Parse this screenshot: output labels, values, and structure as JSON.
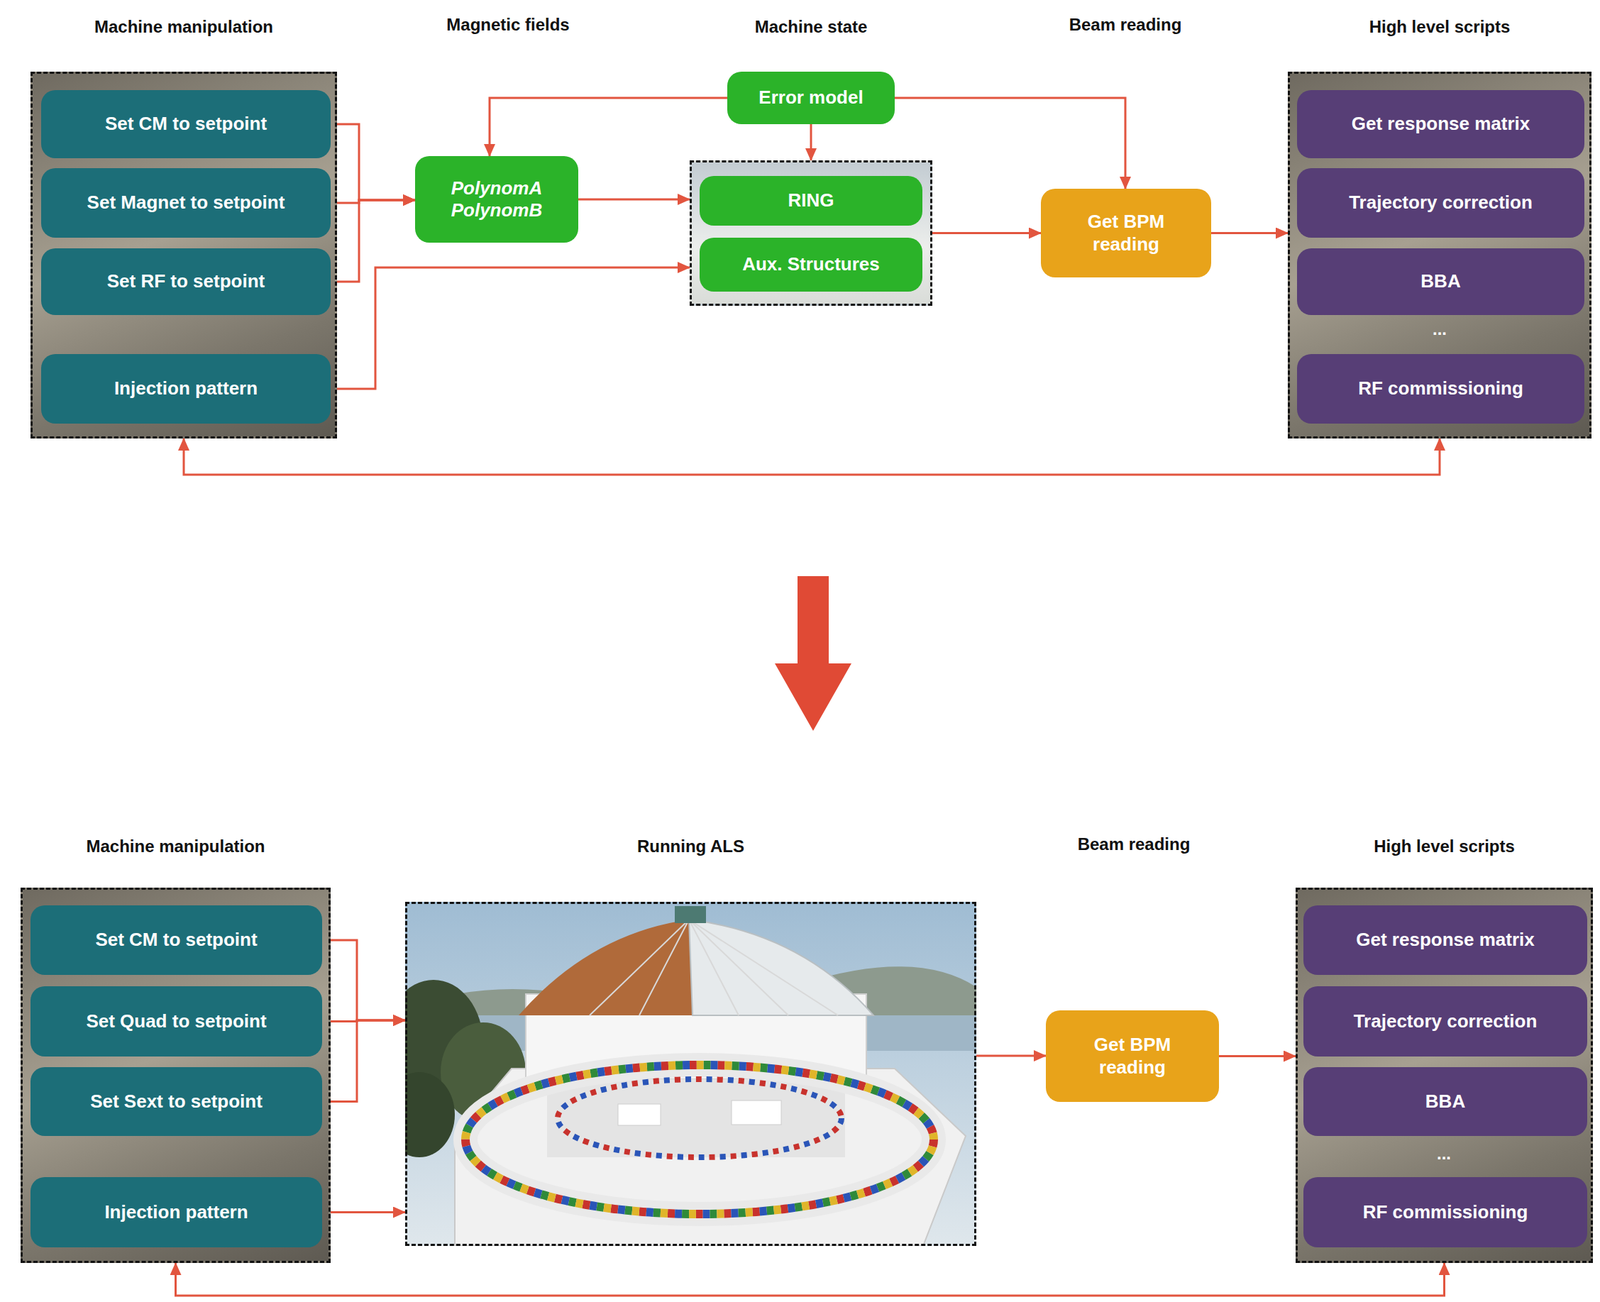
{
  "diagram": {
    "nodes": [
      {
        "text": [
          "Machine manipulation"
        ]
      },
      {
        "text": [
          "Set CM to setpoint"
        ],
        "in": 0
      },
      {
        "text": [
          "Set Magnet to setpoint"
        ],
        "in": 0
      },
      {
        "text": [
          "Set RF to setpoint"
        ],
        "in": 0
      },
      {
        "text": [
          "Injection pattern"
        ],
        "in": 0
      },
      {
        "text": [
          "Error model"
        ]
      },
      {
        "text": [
          "PolynomA PolynomB"
        ]
      },
      {
        "text": [
          "Machine state"
        ]
      },
      {
        "text": [
          "RING"
        ],
        "in": 7
      },
      {
        "text": [
          "Aux. Structures"
        ],
        "in": 7
      },
      {
        "text": [
          "Get BPM reading"
        ]
      },
      {
        "text": [
          "High level scripts"
        ]
      },
      {
        "text": [
          "Get response matrix"
        ],
        "in": 11
      },
      {
        "text": [
          "Trajectory correction"
        ],
        "in": 11
      },
      {
        "text": [
          "BBA"
        ],
        "in": 11
      },
      {
        "text": [
          "RF commissioning"
        ],
        "in": 11
      },
      {
        "text": [
          "Machine manipulation"
        ]
      },
      {
        "text": [
          "Set CM to setpoint"
        ],
        "in": 16
      },
      {
        "text": [
          "Set Quad to setpoint"
        ],
        "in": 16
      },
      {
        "text": [
          "Set Sext to setpoint"
        ],
        "in": 16
      },
      {
        "text": [
          "Injection pattern"
        ],
        "in": 16
      },
      {
        "text": [
          "Running ALS"
        ]
      },
      {
        "text": [
          "Get BPM reading"
        ]
      },
      {
        "text": [
          "High level scripts"
        ]
      },
      {
        "text": [
          "Get response matrix"
        ],
        "in": 23
      },
      {
        "text": [
          "Trajectory correction"
        ],
        "in": 23
      },
      {
        "text": [
          "BBA"
        ],
        "in": 23
      },
      {
        "text": [
          "RF commissioning"
        ],
        "in": 23
      }
    ],
    "edges": [
      {
        "from": 1,
        "to": 6,
        "arrow": "to"
      },
      {
        "from": 2,
        "to": 6,
        "arrow": "to"
      },
      {
        "from": 3,
        "to": 6,
        "arrow": "to"
      },
      {
        "from": 4,
        "to": 7,
        "arrow": "to"
      },
      {
        "from": 5,
        "to": 6,
        "arrow": "to"
      },
      {
        "from": 5,
        "to": 7,
        "arrow": "to"
      },
      {
        "from": 5,
        "to": 10,
        "arrow": "to"
      },
      {
        "from": 6,
        "to": 7,
        "arrow": "to"
      },
      {
        "from": 7,
        "to": 10,
        "arrow": "to"
      },
      {
        "from": 10,
        "to": 11,
        "arrow": "to"
      },
      {
        "from": 0,
        "to": 11,
        "arrow": "both"
      },
      {
        "from": 17,
        "to": 21,
        "arrow": "to"
      },
      {
        "from": 18,
        "to": 21,
        "arrow": "to"
      },
      {
        "from": 19,
        "to": 21,
        "arrow": "to"
      },
      {
        "from": 20,
        "to": 21,
        "arrow": "to"
      },
      {
        "from": 21,
        "to": 22,
        "arrow": "to"
      },
      {
        "from": 22,
        "to": 23,
        "arrow": "to"
      },
      {
        "from": 16,
        "to": 23,
        "arrow": "both"
      }
    ],
    "labels": [
      "Magnetic fields",
      "Beam reading",
      "...",
      "Beam reading",
      "..."
    ]
  }
}
